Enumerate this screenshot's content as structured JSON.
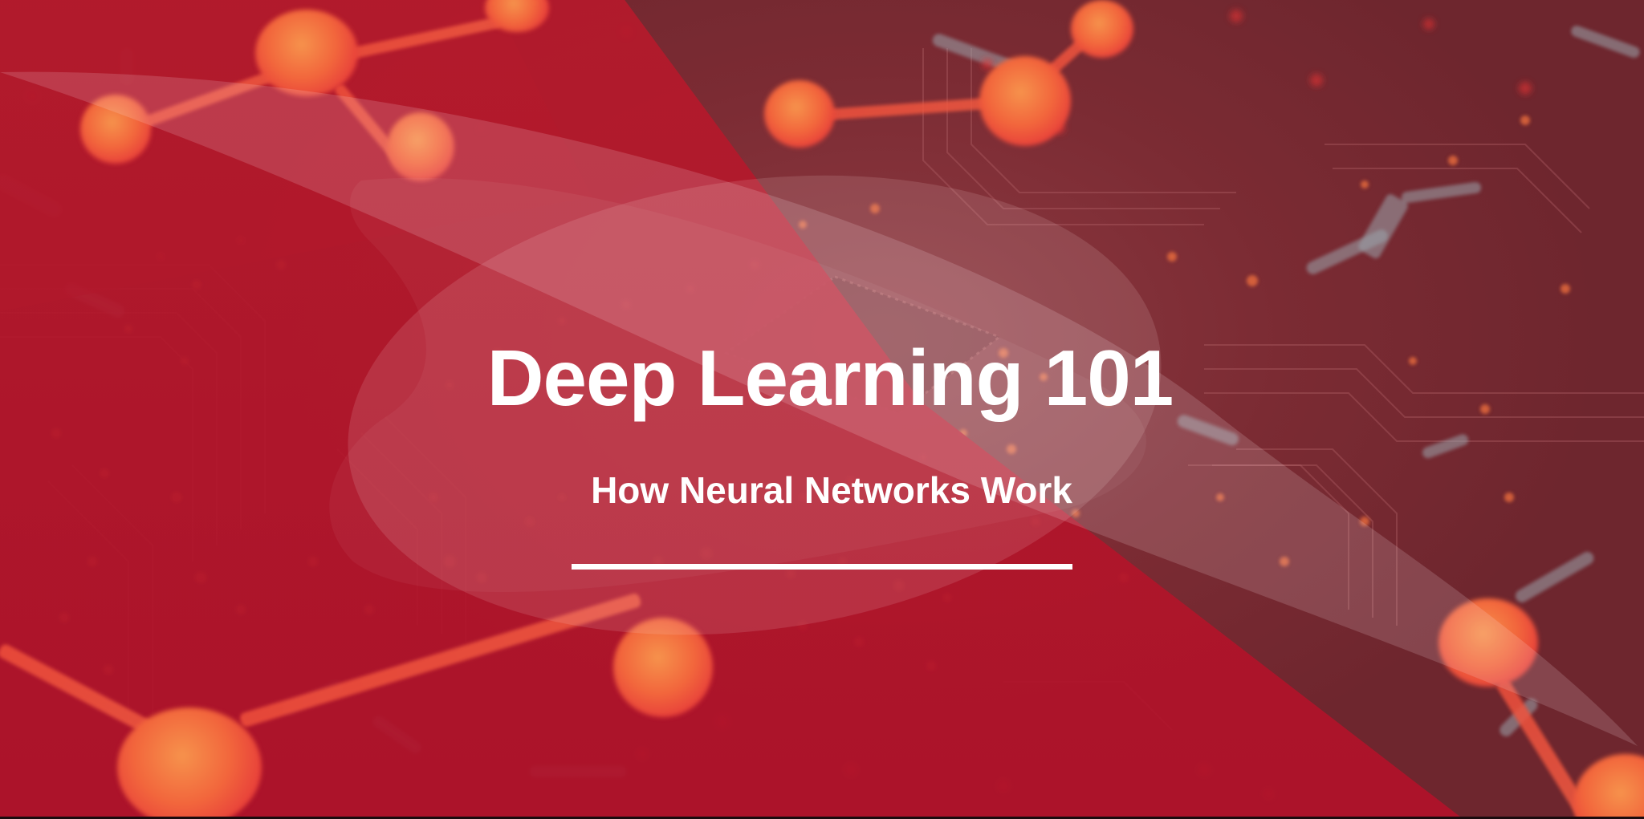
{
  "slide": {
    "title": "Deep Learning 101",
    "subtitle": "How Neural Networks Work"
  },
  "colors": {
    "background_dark_red": "#7b2b33",
    "accent_bright_red": "#b51a2c",
    "node_orange": "#f2663c",
    "text": "#ffffff",
    "underline": "#ffffff"
  },
  "decor": {
    "background_image": "circuit-board",
    "network_nodes": 10
  }
}
